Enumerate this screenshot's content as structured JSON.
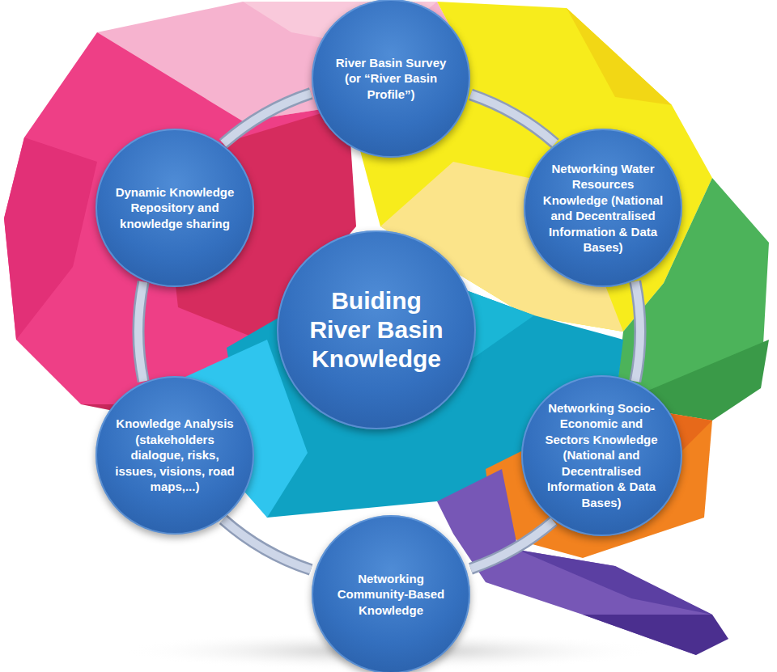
{
  "diagram": {
    "nodes": [
      {
        "text": [
          "Buiding River Basin Knowledge"
        ]
      },
      {
        "text": [
          "River Basin Survey (or “River Basin Profile”)"
        ]
      },
      {
        "text": [
          "Networking Water Resources Knowledge (National and Decentralised Information & Data Bases)"
        ]
      },
      {
        "text": [
          "Networking Socio-Economic and Sectors Knowledge (National and Decentralised Information & Data Bases)"
        ]
      },
      {
        "text": [
          "Networking Community-Based Knowledge"
        ]
      },
      {
        "text": [
          "Knowledge Analysis (stakeholders dialogue, risks, issues, visions, road maps,...)"
        ]
      },
      {
        "text": [
          "Dynamic Knowledge Repository and knowledge sharing"
        ]
      }
    ],
    "edges": [
      {
        "from": 1,
        "to": 2,
        "arrow": "none"
      },
      {
        "from": 2,
        "to": 3,
        "arrow": "none"
      },
      {
        "from": 3,
        "to": 4,
        "arrow": "none"
      },
      {
        "from": 4,
        "to": 5,
        "arrow": "none"
      },
      {
        "from": 5,
        "to": 6,
        "arrow": "none"
      },
      {
        "from": 6,
        "to": 1,
        "arrow": "none"
      }
    ]
  }
}
